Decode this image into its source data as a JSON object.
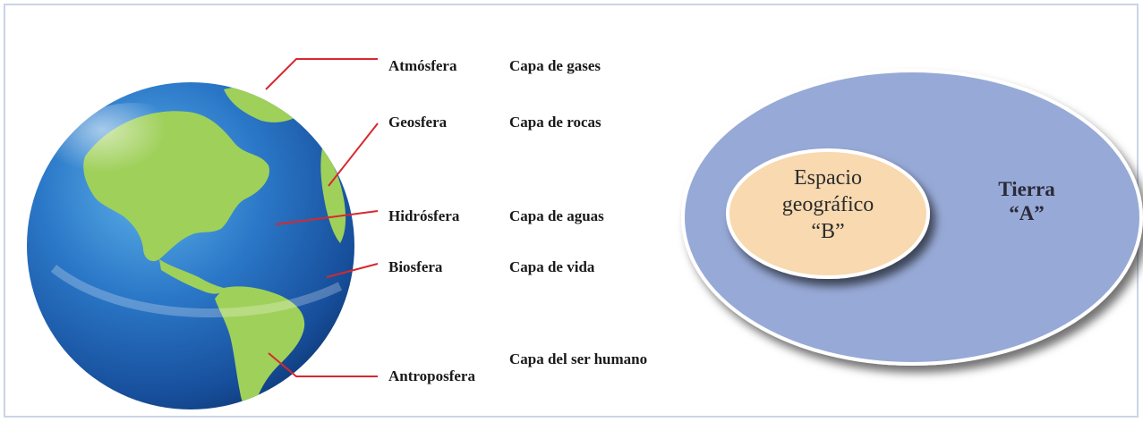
{
  "layers": [
    {
      "name": "Atmósfera",
      "description": "Capa de gases"
    },
    {
      "name": "Geosfera",
      "description": "Capa de rocas"
    },
    {
      "name": "Hidrósfera",
      "description": "Capa de aguas"
    },
    {
      "name": "Biosfera",
      "description": "Capa de vida"
    },
    {
      "name": "Antroposfera",
      "description": "Capa del ser humano"
    }
  ],
  "venn": {
    "outer": {
      "line1": "Tierra",
      "line2": "“A”"
    },
    "inner": {
      "line1": "Espacio",
      "line2": "geográfico",
      "line3": "“B”"
    }
  },
  "colors": {
    "leader_line": "#d7282f",
    "ocean": "#1f5fb0",
    "land": "#9fd05a",
    "outer_ellipse": "#97a9d6",
    "inner_ellipse": "#f8d9b0",
    "frame": "#c9d4e6"
  }
}
